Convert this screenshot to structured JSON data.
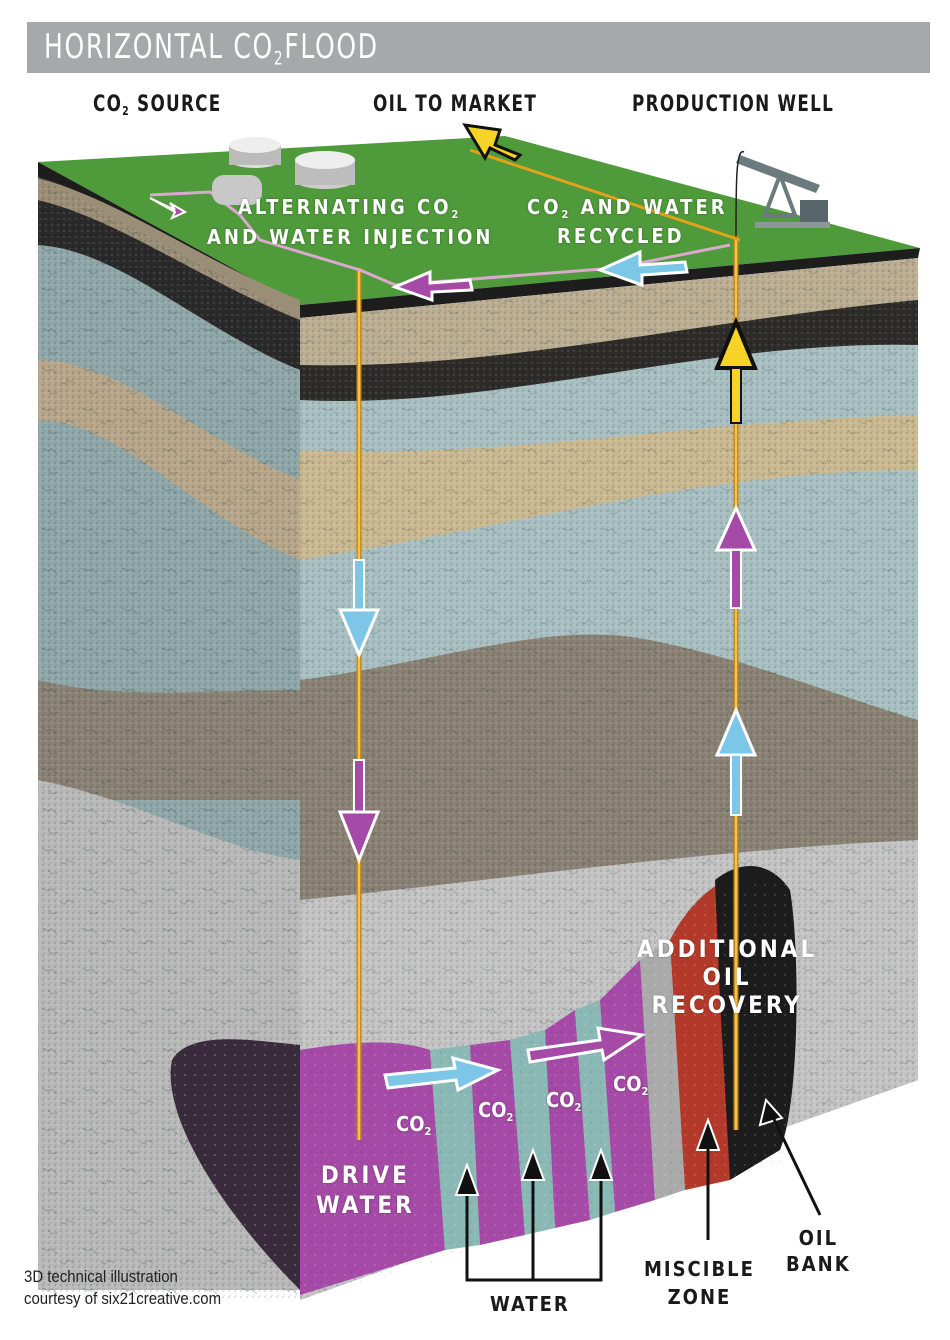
{
  "title": {
    "prefix": "HORIZONTAL CO",
    "subscript": "2",
    "suffix": "FLOOD"
  },
  "headers": {
    "co2_source": {
      "prefix": "CO",
      "subscript": "2",
      "suffix": " SOURCE"
    },
    "oil_to_market": "OIL TO MARKET",
    "production_well": "PRODUCTION WELL"
  },
  "surface_labels": {
    "alternating_injection_line1": {
      "prefix": "ALTERNATING CO",
      "subscript": "2"
    },
    "alternating_injection_line2": "AND WATER INJECTION",
    "recycled_line1": {
      "prefix": "CO",
      "subscript": "2",
      "suffix": "  AND WATER"
    },
    "recycled_line2": "RECYCLED"
  },
  "reservoir_labels": {
    "additional_oil_recovery": [
      "ADDITIONAL",
      "OIL",
      "RECOVERY"
    ],
    "co2_bands": [
      {
        "prefix": "CO",
        "subscript": "2"
      },
      {
        "prefix": "CO",
        "subscript": "2"
      },
      {
        "prefix": "CO",
        "subscript": "2"
      },
      {
        "prefix": "CO",
        "subscript": "2"
      }
    ],
    "drive_water": [
      "DRIVE",
      "WATER"
    ]
  },
  "callouts": {
    "water": "WATER",
    "miscible_zone": [
      "MISCIBLE",
      "ZONE"
    ],
    "oil_bank": [
      "OIL",
      "BANK"
    ]
  },
  "credit": [
    "3D technical illustration",
    "courtesy of six21creative.com"
  ],
  "colors": {
    "title_bar": "#a7a8aa",
    "grass": "#4f9a3a",
    "co2_purple": "#a54aa6",
    "water_blue": "#7cc6e8",
    "oil_yellow": "#f5d327",
    "miscible_red": "#b33a2a",
    "oil_black": "#1c1c1c",
    "rock_blue": "#8fa7a8",
    "sand_tan": "#b7a68a",
    "shale_gray": "#b9b9b9"
  }
}
